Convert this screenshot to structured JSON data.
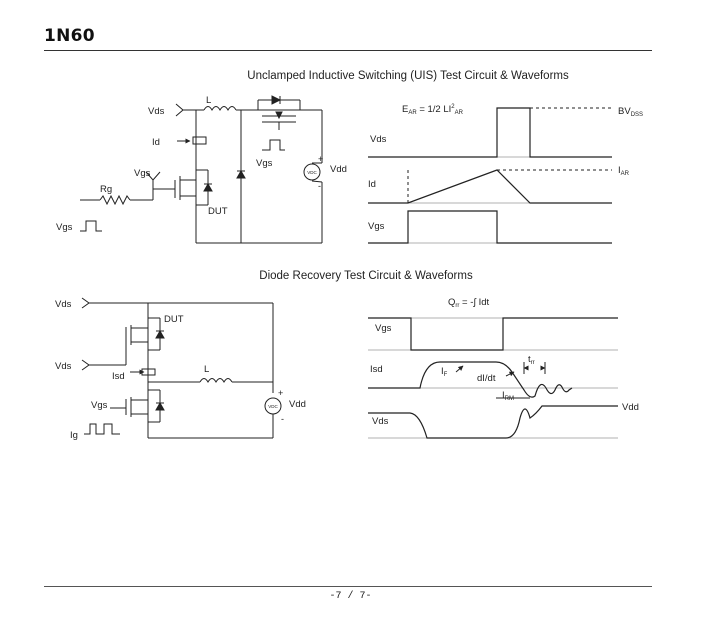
{
  "header": {
    "title": "1N60"
  },
  "uis": {
    "title": "Unclamped Inductive Switching (UIS) Test Circuit & Waveforms",
    "circuit": {
      "vds": "Vds",
      "l": "L",
      "id": "Id",
      "vgs_gate": "Vgs",
      "rg": "Rg",
      "vgs_source": "Vgs",
      "dut": "DUT",
      "vgs_top": "Vgs",
      "vdd": "Vdd",
      "plus": "+",
      "minus": "-",
      "vdc": "VDC"
    },
    "waveform": {
      "ear_main": "E",
      "ear_sub1": "AR",
      "ear_mid": " = 1/2 LI",
      "ear_sup": "2",
      "ear_sub2": "AR",
      "bv_main": "BV",
      "bv_sub": "DSS",
      "vds": "Vds",
      "id": "Id",
      "iar_main": "I",
      "iar_sub": "AR",
      "vgs": "Vgs"
    }
  },
  "diode": {
    "title": "Diode Recovery Test Circuit & Waveforms",
    "circuit": {
      "vds_top": "Vds",
      "dut": "DUT",
      "vds_mid": "Vds",
      "isd": "Isd",
      "l": "L",
      "vgs": "Vgs",
      "ig": "Ig",
      "vdd": "Vdd",
      "plus": "+",
      "minus": "-",
      "vdc": "VDC"
    },
    "waveform": {
      "qr_main": "Q",
      "qr_sub": "rr",
      "qr_rest": " = -∫ Idt",
      "vgs": "Vgs",
      "isd": "Isd",
      "if_main": "I",
      "if_sub": "F",
      "didt": "dI/dt",
      "trr_main": "t",
      "trr_sub": "rr",
      "irm_main": "I",
      "irm_sub": "RM",
      "vds": "Vds",
      "vdd": "Vdd"
    }
  },
  "footer": {
    "page_number": "-7 / 7-"
  }
}
